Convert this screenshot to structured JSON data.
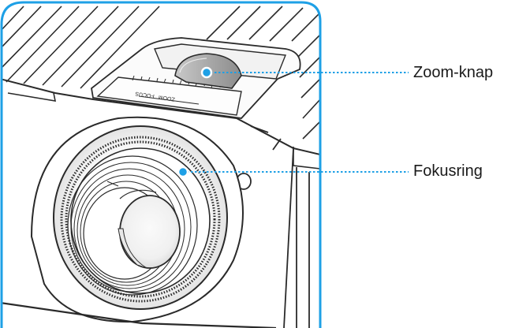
{
  "callouts": {
    "zoom": {
      "label": "Zoom-knap"
    },
    "focus": {
      "label": "Fokusring"
    }
  },
  "engravings": {
    "focus": "FOCUS",
    "zoom": "ZOOM"
  },
  "colors": {
    "frame": "#1ea0e6",
    "callout_line": "#1ea0e6",
    "callout_dot": "#1ea0e6",
    "outline": "#2a2a2a"
  }
}
